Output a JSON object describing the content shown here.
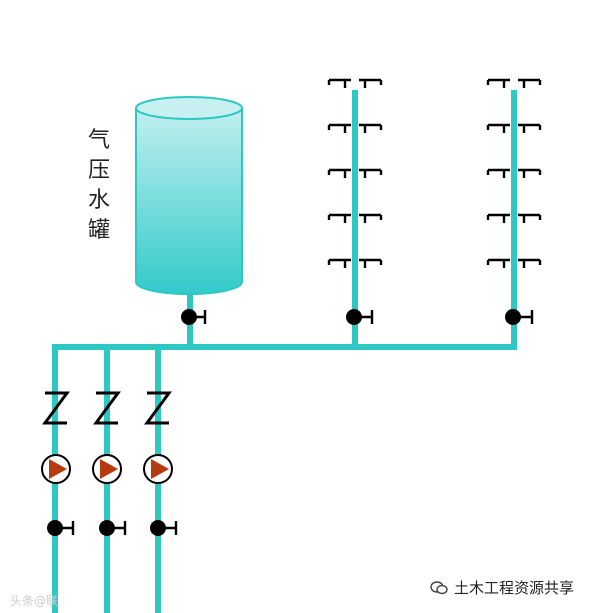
{
  "tank": {
    "label_chars": [
      "气",
      "压",
      "水",
      "罐"
    ]
  },
  "watermarks": {
    "left": "头条@联",
    "right": "土木工程资源共享"
  },
  "colors": {
    "pipe": "#2ec8c4",
    "pump_fill": "#b83a0f",
    "valve": "#000000",
    "tank_top": "#b8ecec",
    "tank_bottom": "#38cccc"
  },
  "icons": [
    "pressure-tank-icon",
    "check-valve-icon",
    "pump-icon",
    "gate-valve-icon",
    "faucet-icon",
    "wechat-icon"
  ]
}
